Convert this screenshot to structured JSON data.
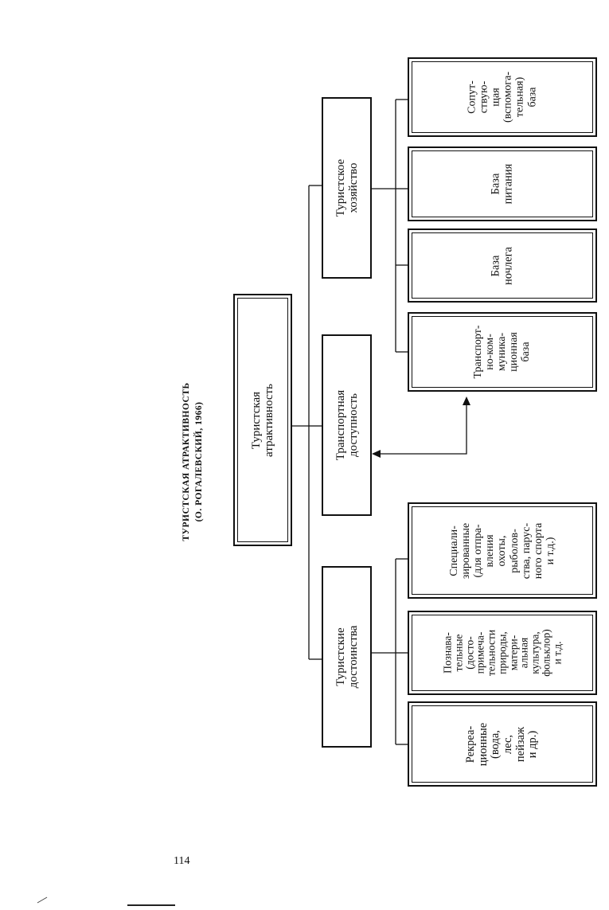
{
  "title": "ТУРИСТСКАЯ АТРАКТИВНОСТЬ",
  "subtitle": "(О. РОГАЛЕВСКИЙ, 1966)",
  "root": "Туристская\nатрактивность",
  "branches": {
    "dostoinstva": "Туристские\nдостоинства",
    "dostupnost": "Транспортная\nдоступность",
    "khozyaistvo": "Туристское\nхозяйство"
  },
  "dostoinstva_items": [
    "Рекреа-\nционные\n(вода,\nлес,\nпейзаж\nи др.)",
    "Познава-\nтельные\n(досто-\nпримеча-\nтельности\nприроды,\nматери-\nальная\nкультура,\nфольклор)\nи т.д.",
    "Специали-\nзированные\n(для отпра-\nвления\nохоты,\nрыболов-\nства, парус-\nного спорта\nи т.д.)"
  ],
  "khozyaistvo_items": [
    "Транспорт-\nно-ком-\nмуника-\nционная\nбаза",
    "База\nночлега",
    "База\nпитания",
    "Сопут-\nствую-\nщая\n(вспомога-\nтельная)\nбаза"
  ],
  "page_number": "114"
}
